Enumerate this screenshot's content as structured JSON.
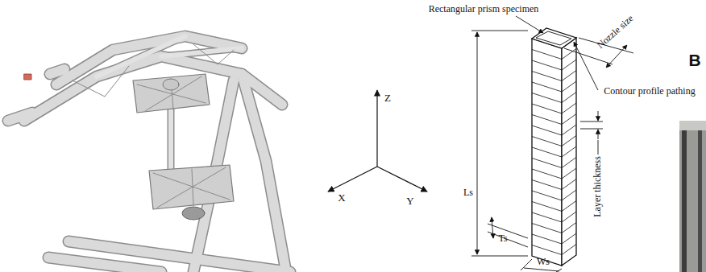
{
  "diagram": {
    "labels": [
      "Rectangular prism specimen",
      "Nozzle size",
      "Contour profile pathing",
      "Layer thickness",
      "Ls",
      "Ts",
      "Ws",
      "Z",
      "X",
      "Y",
      "B"
    ]
  }
}
